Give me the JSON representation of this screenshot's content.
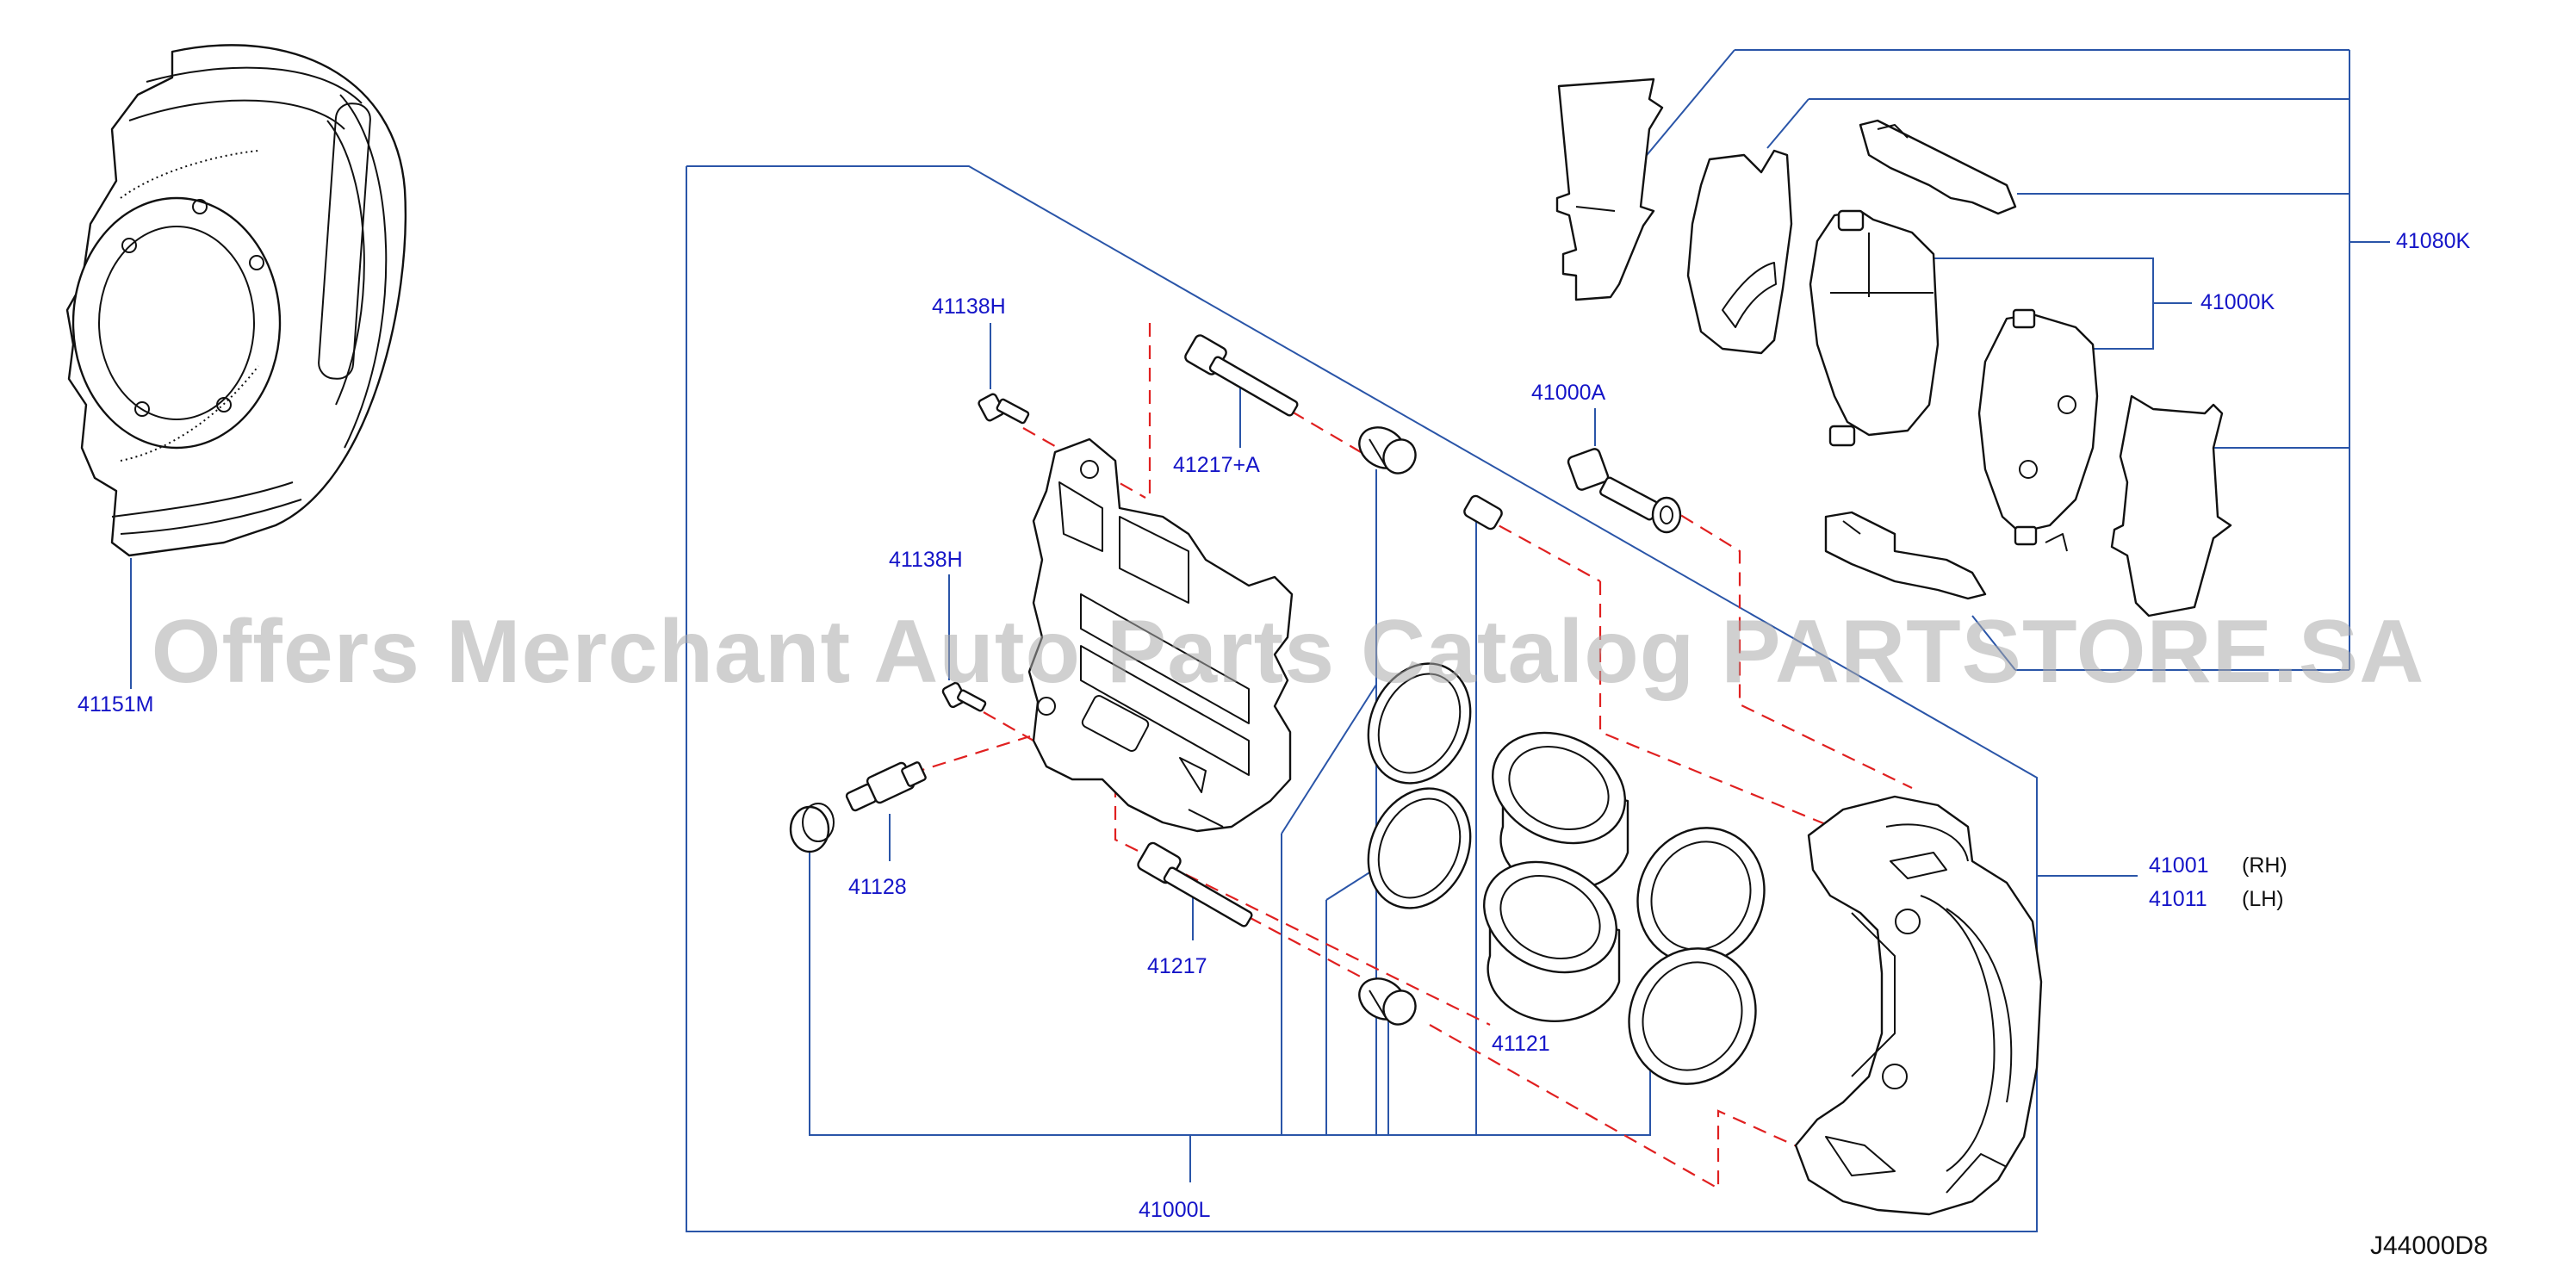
{
  "parts": [
    {
      "id": "41151M",
      "label": "41151M"
    },
    {
      "id": "41138H-upper",
      "label": "41138H"
    },
    {
      "id": "41138H-lower",
      "label": "41138H"
    },
    {
      "id": "41217A",
      "label": "41217+A"
    },
    {
      "id": "41128",
      "label": "41128"
    },
    {
      "id": "41217",
      "label": "41217"
    },
    {
      "id": "41000A",
      "label": "41000A"
    },
    {
      "id": "41121",
      "label": "41121"
    },
    {
      "id": "41000L",
      "label": "41000L"
    },
    {
      "id": "41080K",
      "label": "41080K"
    },
    {
      "id": "41000K",
      "label": "41000K"
    },
    {
      "id": "41001",
      "label": "41001",
      "side": "(RH)"
    },
    {
      "id": "41011",
      "label": "41011",
      "side": "(LH)"
    }
  ],
  "watermark": "Offers Merchant Auto Parts Catalog PARTSTORE.SA",
  "diagram_code": "J44000D8",
  "colors": {
    "label": "#1515c8",
    "leader_line": "#2a55a8",
    "assembly_dash": "#e02020",
    "outline": "#111111"
  }
}
